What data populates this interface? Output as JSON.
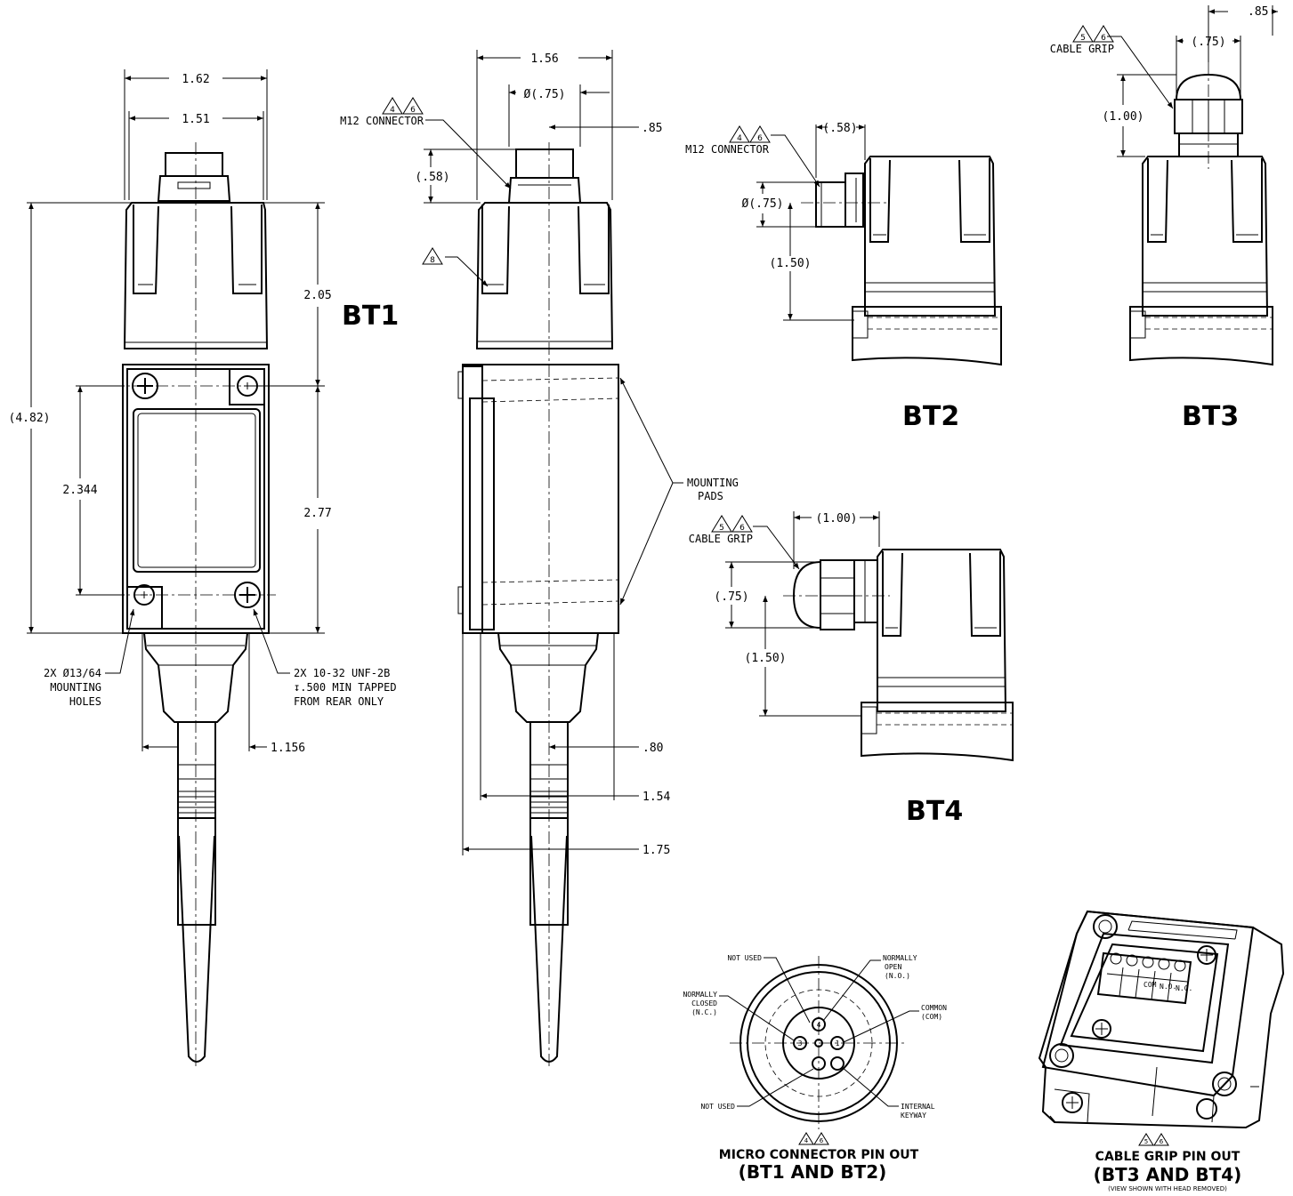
{
  "views": {
    "bt1": "BT1",
    "bt2": "BT2",
    "bt3": "BT3",
    "bt4": "BT4"
  },
  "bt1_dims": {
    "overall_width": "1.62",
    "body_width": "1.51",
    "head_height": "2.05",
    "body_height": "2.77",
    "hole_spacing": "2.344",
    "overall_height": "(4.82)",
    "boot_width": "1.156"
  },
  "bt1_notes": {
    "holes_l1": "2X Ø13/64",
    "holes_l2": "MOUNTING",
    "holes_l3": "HOLES",
    "tapped_l1": "2X 10-32 UNF-2B",
    "tapped_l2": "↧.500 MIN TAPPED",
    "tapped_l3": "FROM REAR ONLY"
  },
  "side_dims": {
    "width": "1.56",
    "conn_dia": "Ø(.75)",
    "conn_offset": ".85",
    "conn_height": "(.58)",
    "boot_offset": ".80",
    "depth": "1.54",
    "overall_depth": "1.75"
  },
  "side_notes": {
    "m12_connector": "M12 CONNECTOR",
    "tri_8": "8",
    "mounting_l1": "MOUNTING",
    "mounting_l2": "PADS"
  },
  "bt2_dims": {
    "conn_len": "(.58)",
    "conn_dia": "Ø(.75)",
    "conn_height": "(1.50)",
    "m12_connector": "M12 CONNECTOR"
  },
  "bt3_dims": {
    "offset": ".85",
    "grip_dia": "(.75)",
    "grip_height": "(1.00)",
    "cable_grip": "CABLE GRIP"
  },
  "bt4_dims": {
    "grip_len": "(1.00)",
    "grip_dia": "(.75)",
    "grip_height": "(1.50)",
    "cable_grip": "CABLE GRIP"
  },
  "triangles": {
    "four": "4",
    "five": "5",
    "six": "6"
  },
  "pinout": {
    "not_used_top": "NOT USED",
    "no_l1": "NORMALLY",
    "no_l2": "OPEN",
    "no_l3": "(N.O.)",
    "nc_l1": "NORMALLY",
    "nc_l2": "CLOSED",
    "nc_l3": "(N.C.)",
    "com_l1": "COMMON",
    "com_l2": "(COM)",
    "not_used_bottom": "NOT USED",
    "key_l1": "INTERNAL",
    "key_l2": "KEYWAY",
    "pin3": "3",
    "pin4": "4",
    "pin1": "1",
    "caption_line1": "MICRO CONNECTOR PIN OUT",
    "caption_line2": "(BT1 AND BT2)"
  },
  "cablegrip": {
    "terminal_com": "COM",
    "terminal_no": "N.O.",
    "terminal_nc": "N.C.",
    "caption_line1": "CABLE GRIP PIN OUT",
    "caption_line2": "(BT3 AND BT4)",
    "caption_line3": "(VIEW SHOWN WITH HEAD REMOVED)"
  }
}
